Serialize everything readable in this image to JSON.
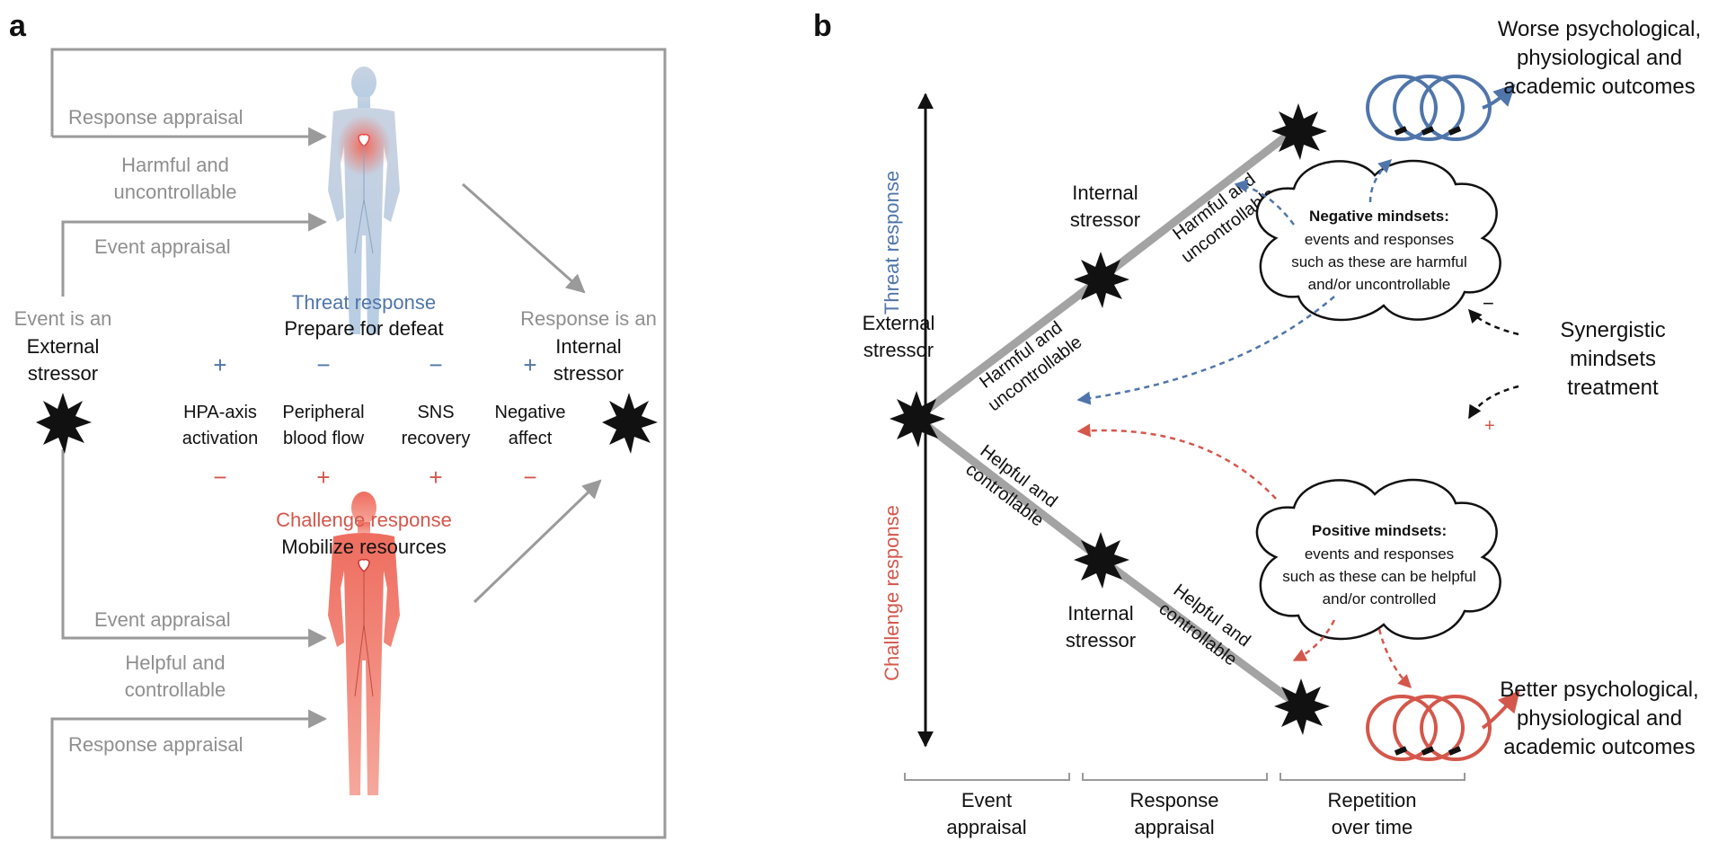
{
  "panel_a": {
    "label": "a",
    "response_appraisal_top": "Response appraisal",
    "harmful_line1": "Harmful and",
    "harmful_line2": "uncontrollable",
    "event_appraisal_top": "Event appraisal",
    "event_is_an": "Event is an",
    "external_line1": "External",
    "external_line2": "stressor",
    "response_is_an": "Response is an",
    "internal_line1": "Internal",
    "internal_line2": "stressor",
    "threat_response": "Threat response",
    "prepare_for_defeat": "Prepare for defeat",
    "measures": [
      {
        "line1": "HPA-axis",
        "line2": "activation",
        "threat_sign": "+",
        "challenge_sign": "−"
      },
      {
        "line1": "Peripheral",
        "line2": "blood flow",
        "threat_sign": "−",
        "challenge_sign": "+"
      },
      {
        "line1": "SNS",
        "line2": "recovery",
        "threat_sign": "−",
        "challenge_sign": "+"
      },
      {
        "line1": "Negative",
        "line2": "affect",
        "threat_sign": "+",
        "challenge_sign": "−"
      }
    ],
    "challenge_response": "Challenge response",
    "mobilize_resources": "Mobilize resources",
    "event_appraisal_bottom": "Event appraisal",
    "helpful_line1": "Helpful and",
    "helpful_line2": "controllable",
    "response_appraisal_bottom": "Response appraisal"
  },
  "panel_b": {
    "label": "b",
    "threat_axis": "Threat response",
    "challenge_axis": "Challenge response",
    "external_line1": "External",
    "external_line2": "stressor",
    "internal_top_line1": "Internal",
    "internal_top_line2": "stressor",
    "internal_bottom_line1": "Internal",
    "internal_bottom_line2": "stressor",
    "harmful_line1": "Harmful and",
    "harmful_line2": "uncontrollable",
    "helpful_line1": "Helpful and",
    "helpful_line2": "controllable",
    "worse_line1": "Worse psychological,",
    "worse_line2": "physiological and",
    "worse_line3": "academic outcomes",
    "better_line1": "Better psychological,",
    "better_line2": "physiological and",
    "better_line3": "academic outcomes",
    "neg_title": "Negative mindsets:",
    "neg_line1": "events and responses",
    "neg_line2": "such as these are harmful",
    "neg_line3": "and/or uncontrollable",
    "pos_title": "Positive mindsets:",
    "pos_line1": "events and responses",
    "pos_line2": "such as these can be helpful",
    "pos_line3": "and/or controlled",
    "synergistic_line1": "Synergistic",
    "synergistic_line2": "mindsets",
    "synergistic_line3": "treatment",
    "minus": "−",
    "plus": "+",
    "bracket_labels": [
      {
        "line1": "Event",
        "line2": "appraisal"
      },
      {
        "line1": "Response",
        "line2": "appraisal"
      },
      {
        "line1": "Repetition",
        "line2": "over time"
      }
    ]
  },
  "colors": {
    "blue": "#4f75aa",
    "red": "#d4574b",
    "gray": "#8f8f8f",
    "black": "#111111"
  }
}
